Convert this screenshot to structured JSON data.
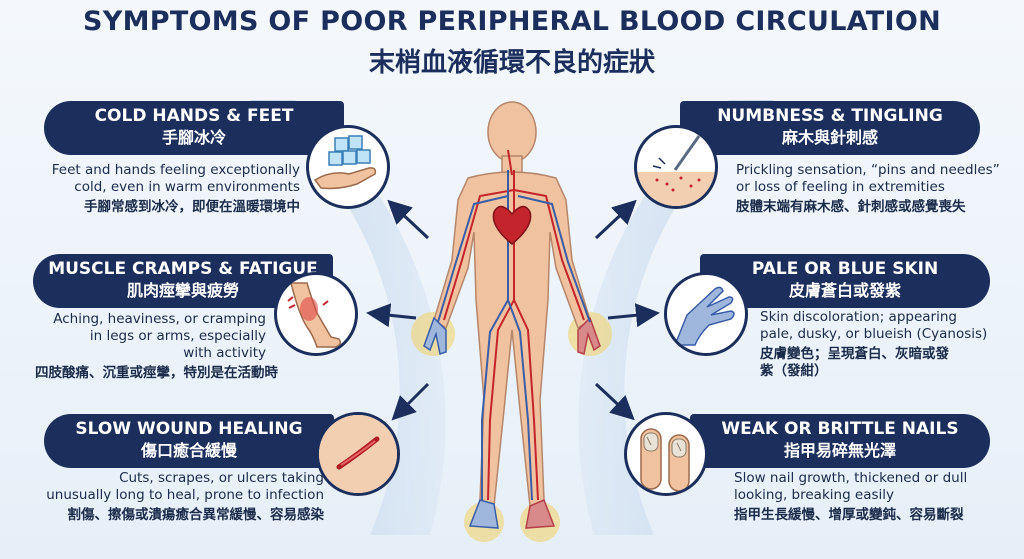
{
  "title": "SYMPTOMS OF POOR PERIPHERAL BLOOD CIRCULATION",
  "subtitle": "末梢血液循環不良的症狀",
  "symptoms": [
    {
      "title_en": "COLD HANDS & FEET",
      "title_zh": "手腳冰冷",
      "desc_en": "Feet and hands feeling exceptionally\ncold, even in warm environments",
      "desc_zh": "手腳常感到冰冷，即便在溫暖環境中",
      "icon": "ice-cubes-hand-icon"
    },
    {
      "title_en": "MUSCLE CRAMPS & FATIGUE",
      "title_zh": "肌肉痙攣與疲勞",
      "desc_en": "Aching, heaviness, or cramping\nin legs or arms, especially\nwith activity",
      "desc_zh": "四肢酸痛、沉重或痙攣，特別是在活動時",
      "icon": "cramping-leg-icon"
    },
    {
      "title_en": "SLOW WOUND HEALING",
      "title_zh": "傷口癒合緩慢",
      "desc_en": "Cuts, scrapes, or ulcers taking\nunusually long to heal, prone to infection",
      "desc_zh": "割傷、擦傷或潰瘍癒合異常緩慢、容易感染",
      "icon": "wound-icon"
    },
    {
      "title_en": "NUMBNESS & TINGLING",
      "title_zh": "麻木與針刺感",
      "desc_en": "Prickling sensation, “pins and needles”\nor loss of feeling in extremities",
      "desc_zh": "肢體末端有麻木感、針刺感或感覺喪失",
      "icon": "needle-skin-icon"
    },
    {
      "title_en": "PALE OR BLUE SKIN",
      "title_zh": "皮膚蒼白或發紫",
      "desc_en": "Skin discoloration; appearing\npale, dusky, or blueish (Cyanosis)",
      "desc_zh": "皮膚變色；呈現蒼白、灰暗或發\n紫（發紺）",
      "icon": "blue-hand-icon"
    },
    {
      "title_en": "WEAK OR BRITTLE NAILS",
      "title_zh": "指甲易碎無光澤",
      "desc_en": "Slow nail growth, thickened or dull\nlooking, breaking easily",
      "desc_zh": "指甲生長緩慢、增厚或變鈍、容易斷裂",
      "icon": "fingernails-icon"
    }
  ],
  "colors": {
    "navy": "#1b2e5c",
    "artery": "#c4242b",
    "vein": "#3a5da8",
    "skin": "#f1c29f"
  }
}
